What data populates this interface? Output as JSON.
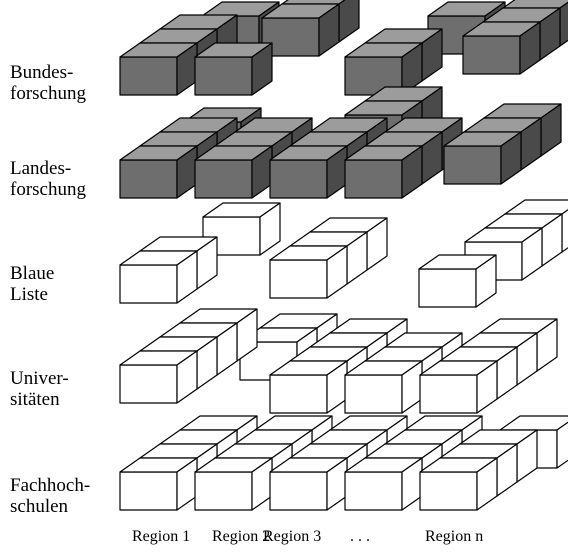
{
  "rows": [
    {
      "line1": "Bundes-",
      "line2": "forschung",
      "fill": "gray"
    },
    {
      "line1": "Landes-",
      "line2": "forschung",
      "fill": "gray"
    },
    {
      "line1": "Blaue",
      "line2": "Liste",
      "fill": "white"
    },
    {
      "line1": "Univer-",
      "line2": "sitäten",
      "fill": "white"
    },
    {
      "line1": "Fachhoch-",
      "line2": "schulen",
      "fill": "white"
    }
  ],
  "regions": [
    "Region 1",
    "Region 2",
    "Region 3",
    ". . .",
    "Region n"
  ],
  "colors": {
    "gray_front": "#6e6e6e",
    "gray_top": "#9c9c9c",
    "gray_side": "#4a4a4a",
    "white_face": "#ffffff",
    "stroke": "#000000"
  }
}
